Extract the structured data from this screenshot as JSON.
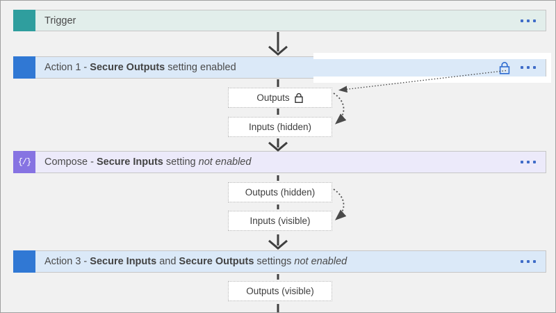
{
  "diagram": {
    "rows": {
      "trigger": {
        "label": "Trigger"
      },
      "action1": {
        "prefix": "Action 1 - ",
        "bold": "Secure Outputs",
        "suffix": " setting enabled"
      },
      "compose": {
        "prefix": "Compose - ",
        "bold": "Secure Inputs",
        "mid": " setting ",
        "italic": "not enabled"
      },
      "action3": {
        "prefix": "Action 3 - ",
        "bold1": "Secure Inputs",
        "mid1": " and ",
        "bold2": "Secure Outputs",
        "mid2": " settings ",
        "italic": "not enabled"
      }
    },
    "boxes": {
      "action1_outputs": "Outputs",
      "action1_inputs": "Inputs (hidden)",
      "compose_outputs": "Outputs (hidden)",
      "compose_inputs": "Inputs (visible)",
      "action3_outputs": "Outputs (visible)"
    },
    "icons": {
      "compose_glyph": "{/}",
      "lock": "lock-icon",
      "more": "more-options-ellipsis"
    },
    "colors": {
      "canvas_bg": "#f1f1f1",
      "trigger_accent": "#2f9e9e",
      "trigger_fill": "#e2eeeb",
      "action_accent": "#3078d4",
      "action_fill": "#dbe9f8",
      "compose_accent": "#8673e2",
      "compose_fill": "#eceafa",
      "ellipsis_blue": "#3f6cc8",
      "lock_blue": "#2d6bd0",
      "lock_black": "#333333",
      "connector_dark": "#3f3f3f",
      "annotation_gray": "#4a4a4a"
    }
  }
}
